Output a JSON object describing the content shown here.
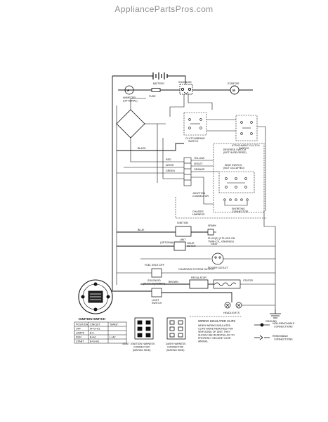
{
  "site": {
    "header": "AppliancePartsPros.com"
  },
  "labels": {
    "battery": "BATTERY",
    "fuse": "FUSE",
    "solenoid": "SOLENOID",
    "starter": "STARTER",
    "ammeter": "AMMETER",
    "ammeter_opt": "(OPTIONAL)",
    "clutch_brake": "CLUTCH/BRAKE",
    "clutch_brake_sw": "SWITCH",
    "attachment_clutch": "ATTACHMENT CLUTCH",
    "attachment_switch": "SWITCH",
    "reverse_switch": "REVERSE SWITCH",
    "reverse_switch_note": "(NOT IN REVERSE)",
    "seat_switch": "SEAT SWITCH",
    "seat_switch_note": "(NOT OCCUPIED)",
    "junction": "JUNCTION",
    "connector": "CONNECTOR",
    "shorting": "SHORTING",
    "shorting_conn": "CONNECTOR",
    "chassis": "CHASSIS",
    "harness": "HARNESS",
    "ignition": "IGNITION",
    "unit": "UNIT",
    "spark_plug": "SPARK",
    "plugs_note": "PLUG(S) (2 PLUGS ON",
    "twin_cyl": "TWIN-CYL. ENGINES)",
    "optional": "(OPTIONAL)",
    "hour_meter": "HOUR",
    "meter": "METER",
    "power_outlet": "POWER OUTLET",
    "fuel_shutoff": "FUEL SHUT-OFF",
    "fuel_solenoid": "SOLENOID",
    "if_equipped": "(IF SO EQUIPPED)",
    "charging_system": "CHARGING SYSTEM OUTPUT",
    "regulator": "REGULATOR",
    "stator": "STATOR",
    "light_switch": "LIGHT",
    "light_switch2": "SWITCH",
    "headlights": "HEADLIGHTS",
    "ignition_switch": "IGNITION SWITCH",
    "ground": "GROUND",
    "wire_black": "BLACK",
    "wire_red": "RED",
    "wire_white": "WHITE",
    "wire_green": "GREEN",
    "wire_yellow": "YELLOW",
    "wire_violet": "VIOLET",
    "wire_orange": "ORANGE",
    "wire_blue": "BLUE",
    "wire_gray": "GRAY",
    "wire_brown": "BROWN"
  },
  "switch_table": {
    "headers": [
      "POSITION",
      "CIRCUIT",
      "\"MAKE\""
    ],
    "rows": [
      [
        "OFF",
        "M+G+A1",
        ""
      ],
      [
        "LAMPS",
        "B+L",
        ""
      ],
      [
        "RUN",
        "B+A1",
        "L+A2"
      ],
      [
        "START",
        "B+S+A1",
        ""
      ]
    ]
  },
  "connectors": {
    "ignition": "IGNITION HARNESS",
    "ignition_conn": "CONNECTOR",
    "ignition_side": "(MATING SIDE)",
    "dash": "DASH HARNESS",
    "dash_conn": "CONNECTOR",
    "dash_side": "(MATING SIDE)",
    "code": "15367"
  },
  "notes": {
    "line1": "WIRING INSULATED CLIPS",
    "line2": "WHEN WIRING INSULATED",
    "line3": "CLIPS WERE REMOVED FOR",
    "line4": "SERVICING OF UNIT, THEY",
    "line5": "SHOULD BE REINSTALLED TO",
    "line6": "PROPERLY SECURE YOUR",
    "line7": "WIRING."
  },
  "legend": {
    "non_removable": "NON-REMOVABLE",
    "connections": "CONNECTIONS",
    "removable": "REMOVABLE",
    "removable_conn": "CONNECTIONS"
  }
}
